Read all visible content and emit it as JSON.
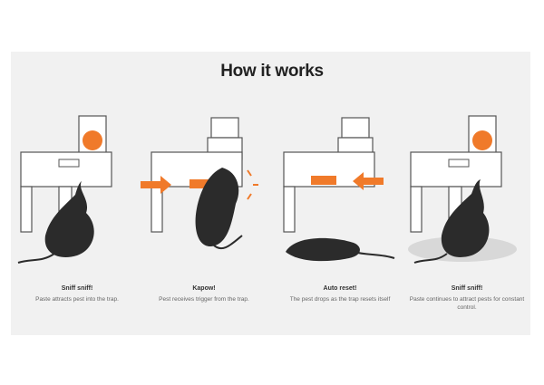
{
  "title": "How it works",
  "colors": {
    "accent": "#f07a2a",
    "rat": "#2b2b2b",
    "device": "#ffffff",
    "outline": "#555555"
  },
  "steps": [
    {
      "heading": "Sniff sniff!",
      "text": "Paste attracts pest into the trap."
    },
    {
      "heading": "Kapow!",
      "text": "Pest receives trigger from the trap."
    },
    {
      "heading": "Auto reset!",
      "text": "The pest drops as the trap resets itself"
    },
    {
      "heading": "Sniff sniff!",
      "text": "Paste continues to attract pests for constant control."
    }
  ]
}
